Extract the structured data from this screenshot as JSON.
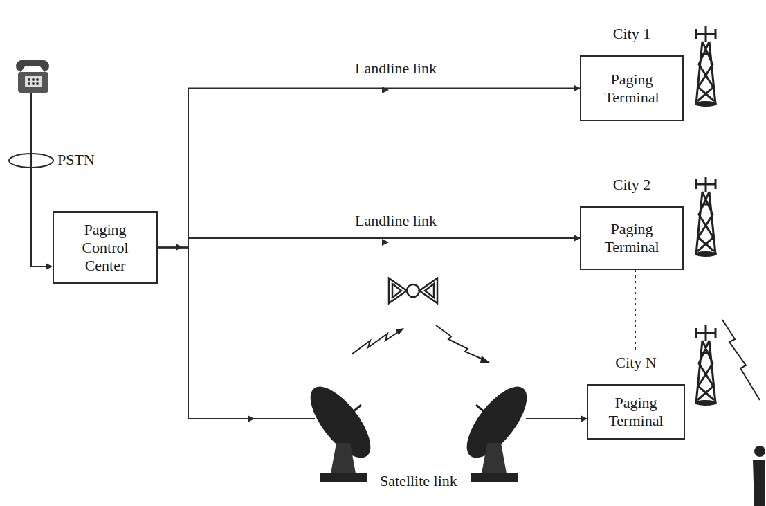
{
  "diagram": {
    "nodes": [
      {
        "text": [
          "Paging Control Center"
        ]
      },
      {
        "text": [
          "City 1",
          "Paging Terminal"
        ]
      },
      {
        "text": [
          "City 2",
          "Paging Terminal"
        ]
      },
      {
        "text": [
          "City N",
          "Paging Terminal"
        ]
      }
    ],
    "edges": [
      {
        "from": 0,
        "to": 1,
        "label": "Landline link",
        "arrow": "to"
      },
      {
        "from": 0,
        "to": 2,
        "label": "Landline link",
        "arrow": "to"
      },
      {
        "from": 0,
        "to": 3,
        "label": "Satellite link",
        "arrow": "to"
      },
      {
        "from": 2,
        "to": 3,
        "arrow": "none"
      }
    ],
    "labels": [
      "PSTN"
    ]
  }
}
